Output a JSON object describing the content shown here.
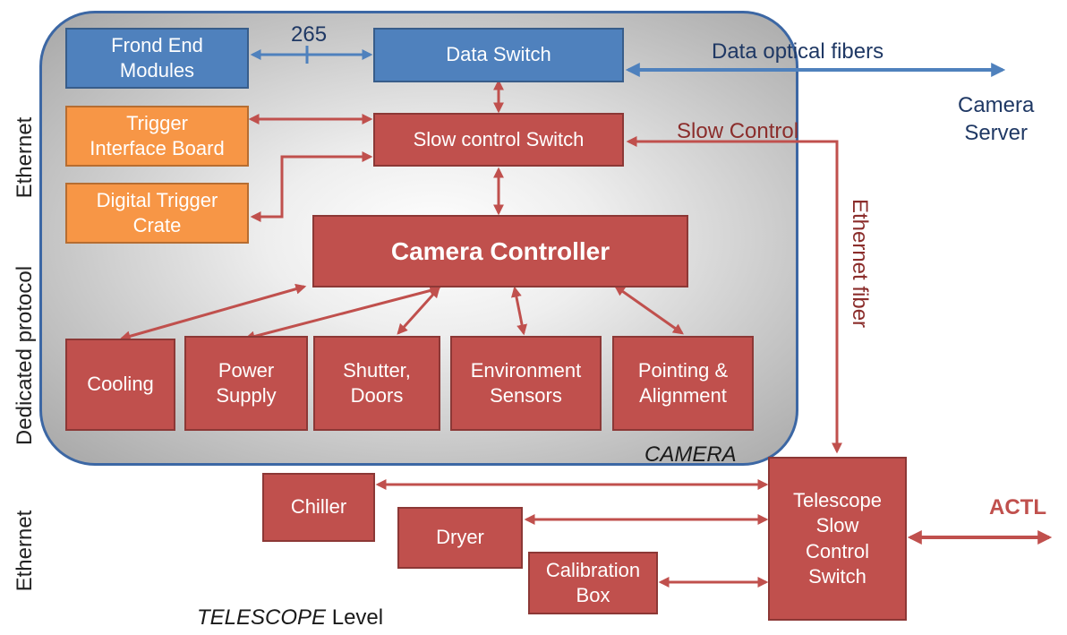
{
  "camera_label": "CAMERA",
  "telescope_level": {
    "emph": "TELESCOPE",
    "rest": " Level"
  },
  "side_labels": {
    "ethernet_top": "Ethernet",
    "dedicated": "Dedicated protocol",
    "ethernet_bottom": "Ethernet"
  },
  "boxes": {
    "frond_end": "Frond End\nModules",
    "data_switch": "Data Switch",
    "trigger_interface": "Trigger\nInterface Board",
    "digital_trigger": "Digital Trigger\nCrate",
    "slow_control_switch": "Slow control Switch",
    "camera_controller": "Camera Controller",
    "cooling": "Cooling",
    "power_supply": "Power\nSupply",
    "shutter_doors": "Shutter,\nDoors",
    "environment_sensors": "Environment\nSensors",
    "pointing_alignment": "Pointing &\nAlignment",
    "chiller": "Chiller",
    "dryer": "Dryer",
    "calibration_box": "Calibration\nBox",
    "telescope_slow_control": "Telescope\nSlow\nControl\nSwitch"
  },
  "annotations": {
    "count_265": "265",
    "data_optical_fibers": "Data optical fibers",
    "camera_server": "Camera\nServer",
    "slow_control": "Slow Control",
    "ethernet_fiber": "Ethernet fiber",
    "actl": "ACTL"
  },
  "colors": {
    "blue_box": "#4f81bd",
    "orange_box": "#f79646",
    "red_box": "#c0504d",
    "red_arrow": "#c0504d",
    "blue_arrow": "#4f81bd",
    "dark_red_text": "#8b2d2b",
    "dark_blue_text": "#1f3864"
  }
}
